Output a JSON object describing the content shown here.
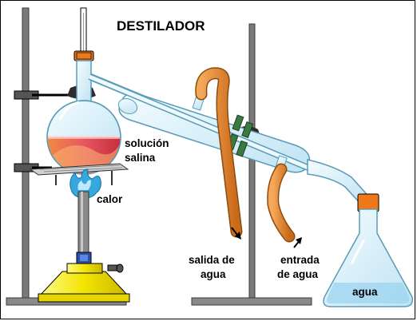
{
  "title": "DESTILADOR",
  "labels": {
    "solution_line1": "solución",
    "solution_line2": "salina",
    "heat": "calor",
    "water_out_line1": "salida de",
    "water_out_line2": "agua",
    "water_in_line1": "entrada",
    "water_in_line2": "de agua",
    "collected": "agua"
  },
  "colors": {
    "glass": "#d7f0fb",
    "glass_edge": "#5a9bb5",
    "solution": "#e8505a",
    "hose": "#e2882c",
    "burner": "#f2e400",
    "flame": "#37a8dd",
    "stopper": "#f07818",
    "stand": "#6f6f6f"
  }
}
